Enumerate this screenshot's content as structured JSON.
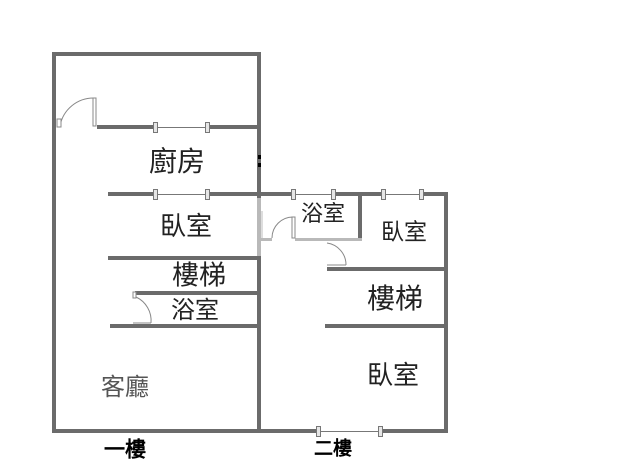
{
  "plan": {
    "wall_color": "#6b6b6b",
    "floor_1": {
      "label": "一樓",
      "rooms": {
        "kitchen": "廚房",
        "bedroom": "臥室",
        "stairs": "樓梯",
        "bathroom": "浴室",
        "living_room": "客廳"
      }
    },
    "floor_2": {
      "label": "二樓",
      "rooms": {
        "bathroom": "浴室",
        "bedroom_top": "臥室",
        "stairs": "樓梯",
        "bedroom_bottom": "臥室"
      }
    }
  }
}
